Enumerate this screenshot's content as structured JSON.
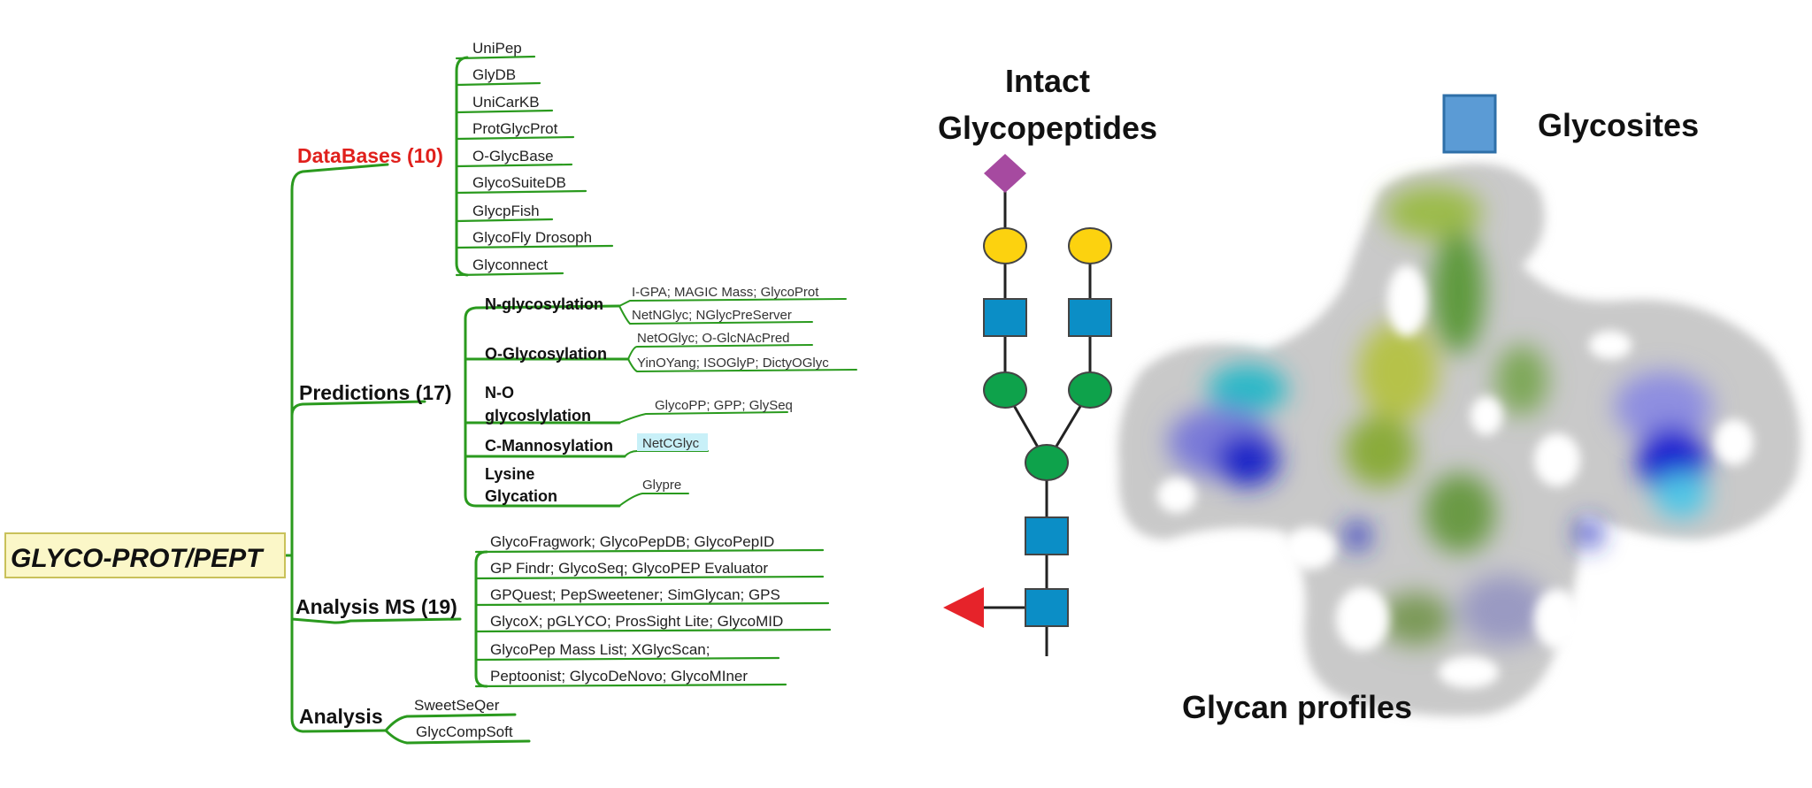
{
  "mindmap": {
    "root": "GLYCO-PROT/PEPT",
    "databases": {
      "label": "DataBases (10)",
      "items": [
        "UniPep",
        "GlyDB",
        "UniCarKB",
        "ProtGlycProt",
        "O-GlycBase",
        "GlycoSuiteDB",
        "GlycpFish",
        "GlycoFly Drosoph",
        "Glyconnect"
      ]
    },
    "predictions": {
      "label": "Predictions (17)",
      "groups": [
        {
          "label": "N-glycosylation",
          "items": [
            "I-GPA; MAGIC Mass; GlycoProt",
            "NetNGlyc; NGlycPreServer"
          ]
        },
        {
          "label": "O-Glycosylation",
          "items": [
            "NetOGlyc; O-GlcNAcPred",
            "YinOYang; ISOGlyP; DictyOGlyc"
          ]
        },
        {
          "label": "N-O glycoslylation",
          "items": [
            "GlycoPP; GPP; GlySeq"
          ]
        },
        {
          "label": "C-Mannosylation",
          "items": [
            "NetCGlyc"
          ]
        },
        {
          "label": "Lysine Glycation",
          "items": [
            "Glypre"
          ]
        }
      ]
    },
    "analysis_ms": {
      "label": "Analysis MS (19)",
      "items": [
        "GlycoFragwork; GlycoPepDB; GlycoPepID",
        "GP Findr; GlycoSeq; GlycoPEP Evaluator",
        "GPQuest; PepSweetener; SimGlycan; GPS",
        "GlycoX; pGLYCO; ProsSight Lite; GlycoMID",
        "GlycoPep Mass List; XGlycScan;",
        "Peptoonist; GlycoDeNovo; GlycoMIner"
      ]
    },
    "analysis": {
      "label": "Analysis",
      "items": [
        "SweetSeQer",
        "GlycCompSoft"
      ]
    }
  },
  "glycan_panel": {
    "title_line1": "Intact",
    "title_line2": "Glycopeptides"
  },
  "profile_panel": {
    "glycosites_label": "Glycosites",
    "glycan_profiles_label": "Glycan profiles"
  },
  "colors": {
    "branch_green": "#2a9a1e",
    "databases_red": "#e0201c",
    "root_fill": "#fbf7c8",
    "root_border": "#c9c15a",
    "highlight_cyan": "#c8f0f8",
    "galactose_yellow": "#fcd20f",
    "glcnac_blue": "#0b8ec6",
    "mannose_green": "#0ea24b",
    "sialic_purple": "#a64aa0",
    "fucose_red": "#e6232a",
    "glycosite_blue": "#5b9bd5"
  }
}
